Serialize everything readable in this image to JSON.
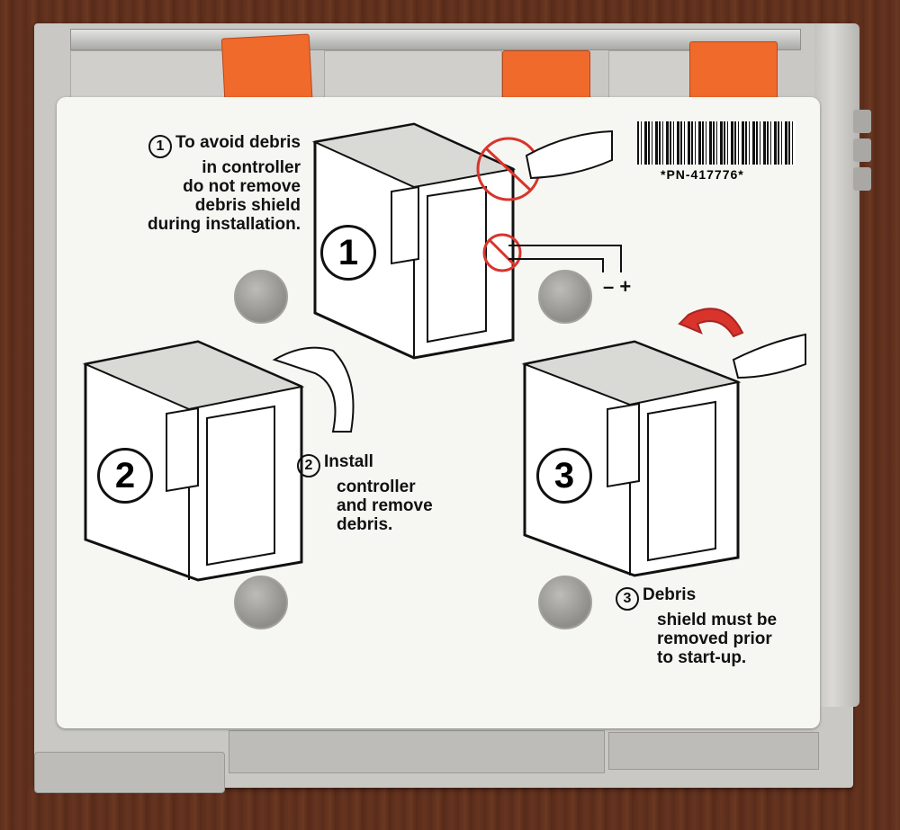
{
  "label": {
    "part_number": "*PN-417776*",
    "steps": [
      {
        "number": "1",
        "lines": [
          "To avoid debris",
          "in controller",
          "do not remove",
          "debris shield",
          "during installation."
        ]
      },
      {
        "number": "2",
        "lines": [
          "Install",
          "controller",
          "and remove",
          "debris."
        ]
      },
      {
        "number": "3",
        "lines": [
          "Debris",
          "shield must be",
          "removed prior",
          "to start-up."
        ]
      }
    ],
    "figures": [
      {
        "number": "1"
      },
      {
        "number": "2"
      },
      {
        "number": "3"
      }
    ],
    "polarity": "– +"
  },
  "colors": {
    "tab": "#f06a2c",
    "warning": "#d8342c",
    "label": "#f6f6f3"
  }
}
